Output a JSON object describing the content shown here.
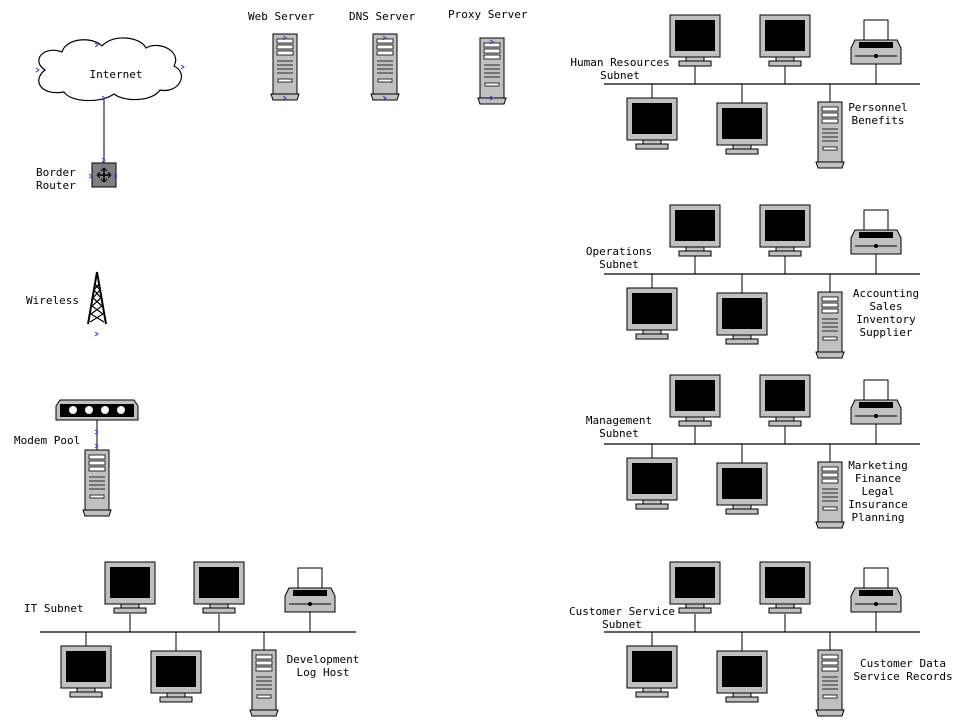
{
  "labels": {
    "internet": "Internet",
    "border_router": "Border\nRouter",
    "wireless": "Wireless",
    "modem_pool": "Modem Pool",
    "web_server": "Web Server",
    "dns_server": "DNS Server",
    "proxy_server": "Proxy Server"
  },
  "subnets": {
    "hr": {
      "name": "Human Resources\nSubnet",
      "server_roles": "Personnel\nBenefits"
    },
    "ops": {
      "name": "Operations\nSubnet",
      "server_roles": "Accounting\nSales\nInventory\nSupplier"
    },
    "mgmt": {
      "name": "Management\nSubnet",
      "server_roles": "Marketing\nFinance\nLegal\nInsurance\nPlanning"
    },
    "it": {
      "name": "IT Subnet",
      "server_roles": "Development\nLog Host"
    },
    "cs": {
      "name": "Customer Service\nSubnet",
      "server_roles": "Customer Data\nService Records"
    }
  },
  "colors": {
    "device_gray": "#c0c0c0",
    "screen": "#000000",
    "port_marker": "#3333cc",
    "line": "#000000"
  }
}
